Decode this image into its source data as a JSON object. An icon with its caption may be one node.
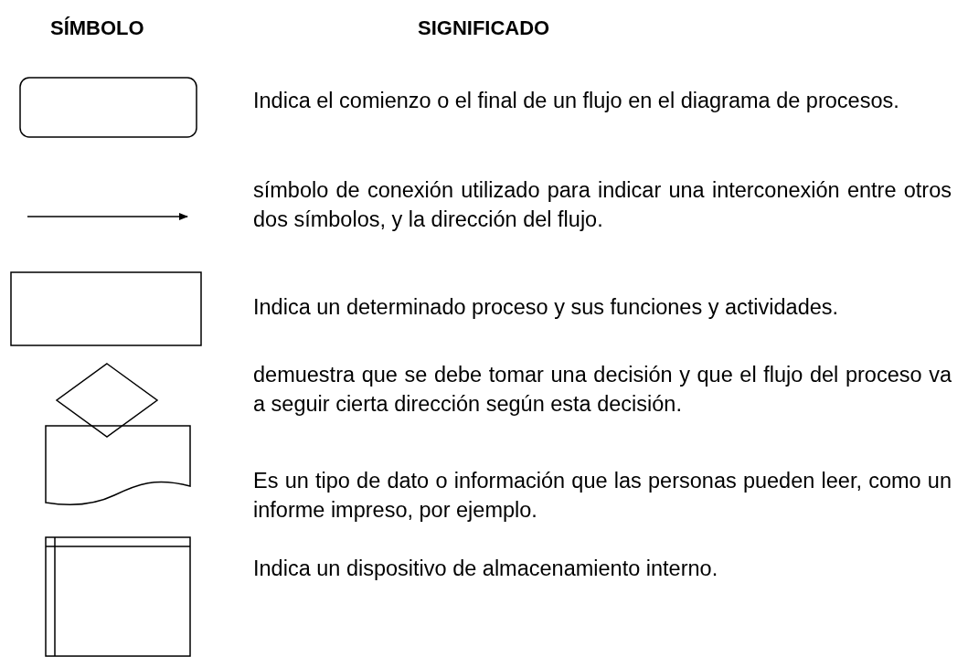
{
  "diagram": {
    "nodes": [
      {
        "text": [],
        "shape": "box"
      },
      {
        "text": [],
        "shape": "box"
      },
      {
        "text": [],
        "shape": "diamond"
      },
      {
        "text": [],
        "shape": "document"
      },
      {
        "text": [],
        "shape": "box"
      }
    ],
    "labels": [
      "SÍMBOLO",
      "SIGNIFICADO",
      "Indica el comienzo o el final de un flujo en el diagrama de procesos.",
      "símbolo de conexión utilizado para indicar una interconexión entre otros dos símbolos, y la dirección del flujo.",
      "Indica un determinado proceso y sus funciones y actividades.",
      "demuestra que se debe tomar una decisión y que el flujo del proceso va a seguir cierta dirección según esta decisión.",
      "Es un tipo de dato o información que las personas pueden leer, como un informe impreso, por ejemplo.",
      "Indica un dispositivo de almacenamiento interno."
    ]
  }
}
